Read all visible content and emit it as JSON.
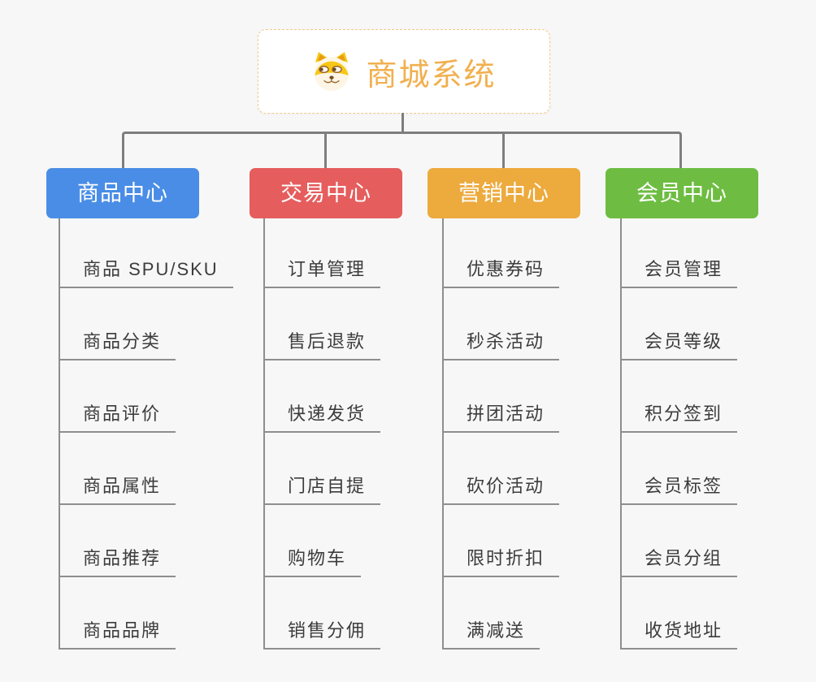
{
  "canvas": {
    "background": "#f7f7f7",
    "connector_color": "#7e7e7e",
    "leaf_line_color": "#8e8e8e"
  },
  "root": {
    "title": "商城系统",
    "icon": "dog-face-icon",
    "text_color": "#f1b04f",
    "border_color": "#f3c988",
    "background": "#ffffff"
  },
  "branches": [
    {
      "label": "商品中心",
      "color": "#4a8de6",
      "children": [
        "商品 SPU/SKU",
        "商品分类",
        "商品评价",
        "商品属性",
        "商品推荐",
        "商品品牌"
      ]
    },
    {
      "label": "交易中心",
      "color": "#e65d5d",
      "children": [
        "订单管理",
        "售后退款",
        "快递发货",
        "门店自提",
        "购物车",
        "销售分佣"
      ]
    },
    {
      "label": "营销中心",
      "color": "#edaa3d",
      "children": [
        "优惠券码",
        "秒杀活动",
        "拼团活动",
        "砍价活动",
        "限时折扣",
        "满减送"
      ]
    },
    {
      "label": "会员中心",
      "color": "#6ebd42",
      "children": [
        "会员管理",
        "会员等级",
        "积分签到",
        "会员标签",
        "会员分组",
        "收货地址"
      ]
    }
  ]
}
